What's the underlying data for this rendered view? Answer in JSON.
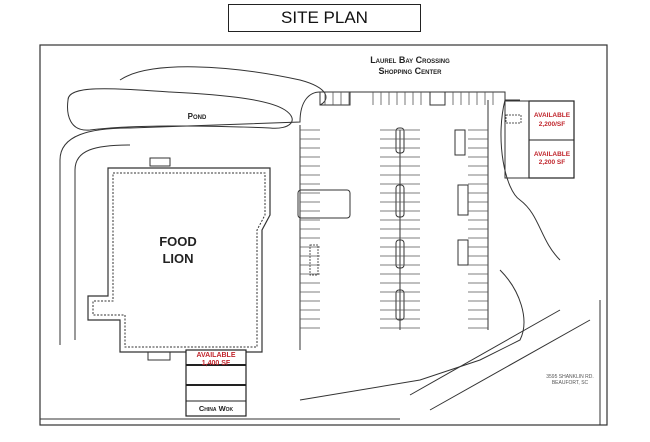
{
  "header": {
    "title": "SITE PLAN"
  },
  "plan": {
    "center_name_line1": "Laurel Bay Crossing",
    "center_name_line2": "Shopping Center",
    "pond_label": "Pond",
    "anchor_line1": "FOOD",
    "anchor_line2": "LION",
    "units": [
      {
        "line1": "AVAILABLE",
        "line2": "2,200/SF"
      },
      {
        "line1": "AVAILABLE",
        "line2": "2,200 SF"
      },
      {
        "line1": "AVAILABLE",
        "line2": "1,400 SF"
      }
    ],
    "china_wok": "China Wok",
    "address_line1": "3595 SHANKLIN RD.",
    "address_line2": "BEAUFORT, SC"
  },
  "colors": {
    "available": "#c0262d",
    "lines": "#333333"
  }
}
